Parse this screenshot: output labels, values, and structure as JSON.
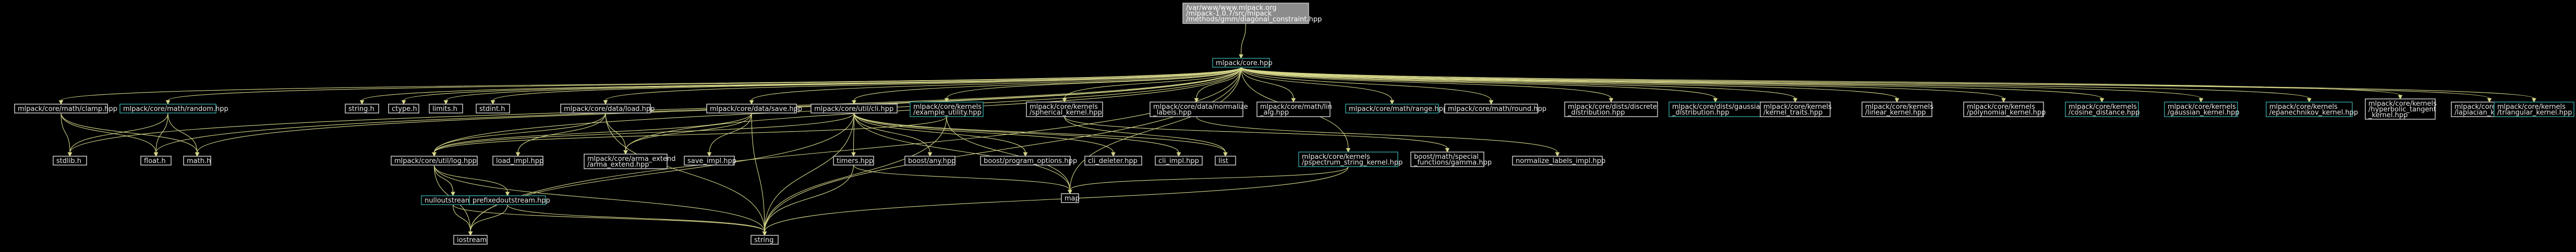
{
  "colors": {
    "background": "#000000",
    "node_border": "#bfbfbf",
    "linked_border": "#2f8f8f",
    "root_fill": "#8c8c8c",
    "text": "#e8e8e8",
    "root_text": "#ffffff",
    "edge": "#d6d68a"
  },
  "nodes": [
    {
      "id": "root",
      "lines": [
        "/var/www/www.mlpack.org",
        "/mlpack-1.0.7/src/mlpack",
        "/methods/gmm/diagonal_constraint.hpp"
      ],
      "style": "root"
    },
    {
      "id": "core",
      "lines": [
        "mlpack/core.hpp"
      ],
      "style": "linked"
    },
    {
      "id": "clamp",
      "lines": [
        "mlpack/core/math/clamp.hpp"
      ],
      "style": "plain"
    },
    {
      "id": "random",
      "lines": [
        "mlpack/core/math/random.hpp"
      ],
      "style": "linked"
    },
    {
      "id": "stdlib",
      "lines": [
        "stdlib.h"
      ],
      "style": "plain"
    },
    {
      "id": "string_h",
      "lines": [
        "string.h"
      ],
      "style": "plain"
    },
    {
      "id": "ctype",
      "lines": [
        "ctype.h"
      ],
      "style": "plain"
    },
    {
      "id": "limits",
      "lines": [
        "limits.h"
      ],
      "style": "plain"
    },
    {
      "id": "stdint",
      "lines": [
        "stdint.h"
      ],
      "style": "plain"
    },
    {
      "id": "load",
      "lines": [
        "mlpack/core/data/load.hpp"
      ],
      "style": "plain"
    },
    {
      "id": "save",
      "lines": [
        "mlpack/core/data/save.hpp"
      ],
      "style": "plain"
    },
    {
      "id": "cli",
      "lines": [
        "mlpack/core/util/cli.hpp"
      ],
      "style": "plain"
    },
    {
      "id": "rwutil",
      "lines": [
        "mlpack/core/kernels",
        "/example_utility.hpp"
      ],
      "style": "linked"
    },
    {
      "id": "spherical",
      "lines": [
        "mlpack/core/kernels",
        "/spherical_kernel.hpp"
      ],
      "style": "plain"
    },
    {
      "id": "normlabels",
      "lines": [
        "mlpack/core/data/normalize",
        "_labels.hpp"
      ],
      "style": "plain"
    },
    {
      "id": "lin",
      "lines": [
        "mlpack/core/math/lin",
        "_alg.hpp"
      ],
      "style": "plain"
    },
    {
      "id": "range",
      "lines": [
        "mlpack/core/math/range.hpp"
      ],
      "style": "linked"
    },
    {
      "id": "round",
      "lines": [
        "mlpack/core/math/round.hpp"
      ],
      "style": "plain"
    },
    {
      "id": "discrete",
      "lines": [
        "mlpack/core/dists/discrete",
        "_distribution.hpp"
      ],
      "style": "plain"
    },
    {
      "id": "gaussdist",
      "lines": [
        "mlpack/core/dists/gaussian",
        "_distribution.hpp"
      ],
      "style": "linked"
    },
    {
      "id": "ktraits",
      "lines": [
        "mlpack/core/kernels",
        "/kernel_traits.hpp"
      ],
      "style": "plain"
    },
    {
      "id": "linear",
      "lines": [
        "mlpack/core/kernels",
        "/linear_kernel.hpp"
      ],
      "style": "plain"
    },
    {
      "id": "poly",
      "lines": [
        "mlpack/core/kernels",
        "/polynomial_kernel.hpp"
      ],
      "style": "plain"
    },
    {
      "id": "cosine",
      "lines": [
        "mlpack/core/kernels",
        "/cosine_distance.hpp"
      ],
      "style": "linked"
    },
    {
      "id": "gausskern",
      "lines": [
        "mlpack/core/kernels",
        "/gaussian_kernel.hpp"
      ],
      "style": "linked"
    },
    {
      "id": "epan",
      "lines": [
        "mlpack/core/kernels",
        "/epanechnikov_kernel.hpp"
      ],
      "style": "linked"
    },
    {
      "id": "hyper",
      "lines": [
        "mlpack/core/kernels",
        "/hyperbolic_tangent",
        "_kernel.hpp"
      ],
      "style": "plain"
    },
    {
      "id": "laplace",
      "lines": [
        "mlpack/core/kernels",
        "/laplacian_kernel.hpp"
      ],
      "style": "plain"
    },
    {
      "id": "triangular",
      "lines": [
        "mlpack/core/kernels",
        "/triangular_kernel.hpp"
      ],
      "style": "linked"
    },
    {
      "id": "float",
      "lines": [
        "float.h"
      ],
      "style": "plain"
    },
    {
      "id": "math",
      "lines": [
        "math.h"
      ],
      "style": "plain"
    },
    {
      "id": "log",
      "lines": [
        "mlpack/core/util/log.hpp"
      ],
      "style": "plain"
    },
    {
      "id": "loadimpl",
      "lines": [
        "load_impl.hpp"
      ],
      "style": "plain"
    },
    {
      "id": "arma",
      "lines": [
        "mlpack/core/arma_extend",
        "/arma_extend.hpp"
      ],
      "style": "plain"
    },
    {
      "id": "saveimpl",
      "lines": [
        "save_impl.hpp"
      ],
      "style": "plain"
    },
    {
      "id": "timers",
      "lines": [
        "timers.hpp"
      ],
      "style": "plain"
    },
    {
      "id": "boostany",
      "lines": [
        "boost/any.hpp"
      ],
      "style": "plain"
    },
    {
      "id": "progopt",
      "lines": [
        "boost/program_options.hpp"
      ],
      "style": "plain"
    },
    {
      "id": "clideleter",
      "lines": [
        "cli_deleter.hpp"
      ],
      "style": "plain"
    },
    {
      "id": "cliimpl",
      "lines": [
        "cli_impl.hpp"
      ],
      "style": "plain"
    },
    {
      "id": "list",
      "lines": [
        "list"
      ],
      "style": "plain"
    },
    {
      "id": "pspectrum",
      "lines": [
        "mlpack/core/kernels",
        "/pspectrum_string_kernel.hpp"
      ],
      "style": "linked"
    },
    {
      "id": "gamma",
      "lines": [
        "boost/math/special",
        "_functions/gamma.hpp"
      ],
      "style": "plain"
    },
    {
      "id": "normimpl",
      "lines": [
        "normalize_labels_impl.hpp"
      ],
      "style": "plain"
    },
    {
      "id": "nulloutstream",
      "lines": [
        "nulloutstream.hpp"
      ],
      "style": "linked"
    },
    {
      "id": "prefixed",
      "lines": [
        "prefixedoutstream.hpp"
      ],
      "style": "linked"
    },
    {
      "id": "map",
      "lines": [
        "map"
      ],
      "style": "plain"
    },
    {
      "id": "iostream",
      "lines": [
        "iostream"
      ],
      "style": "plain"
    },
    {
      "id": "string",
      "lines": [
        "string"
      ],
      "style": "plain"
    }
  ],
  "edges": [
    [
      "root",
      "core"
    ],
    [
      "core",
      "clamp"
    ],
    [
      "core",
      "random"
    ],
    [
      "core",
      "stdlib"
    ],
    [
      "core",
      "string_h"
    ],
    [
      "core",
      "ctype"
    ],
    [
      "core",
      "limits"
    ],
    [
      "core",
      "stdint"
    ],
    [
      "core",
      "load"
    ],
    [
      "core",
      "save"
    ],
    [
      "core",
      "cli"
    ],
    [
      "core",
      "rwutil"
    ],
    [
      "core",
      "spherical"
    ],
    [
      "core",
      "normlabels"
    ],
    [
      "core",
      "lin"
    ],
    [
      "core",
      "range"
    ],
    [
      "core",
      "round"
    ],
    [
      "core",
      "discrete"
    ],
    [
      "core",
      "gaussdist"
    ],
    [
      "core",
      "ktraits"
    ],
    [
      "core",
      "linear"
    ],
    [
      "core",
      "poly"
    ],
    [
      "core",
      "cosine"
    ],
    [
      "core",
      "gausskern"
    ],
    [
      "core",
      "epan"
    ],
    [
      "core",
      "hyper"
    ],
    [
      "core",
      "laplace"
    ],
    [
      "core",
      "triangular"
    ],
    [
      "core",
      "pspectrum"
    ],
    [
      "core",
      "float"
    ],
    [
      "core",
      "math"
    ],
    [
      "core",
      "log"
    ],
    [
      "core",
      "arma"
    ],
    [
      "core",
      "iostream"
    ],
    [
      "core",
      "string"
    ],
    [
      "core",
      "map"
    ],
    [
      "clamp",
      "stdlib"
    ],
    [
      "clamp",
      "float"
    ],
    [
      "clamp",
      "math"
    ],
    [
      "random",
      "stdlib"
    ],
    [
      "random",
      "float"
    ],
    [
      "random",
      "math"
    ],
    [
      "load",
      "log"
    ],
    [
      "load",
      "loadimpl"
    ],
    [
      "load",
      "arma"
    ],
    [
      "load",
      "string"
    ],
    [
      "save",
      "log"
    ],
    [
      "save",
      "saveimpl"
    ],
    [
      "save",
      "arma"
    ],
    [
      "save",
      "string"
    ],
    [
      "cli",
      "log"
    ],
    [
      "cli",
      "timers"
    ],
    [
      "cli",
      "boostany"
    ],
    [
      "cli",
      "progopt"
    ],
    [
      "cli",
      "clideleter"
    ],
    [
      "cli",
      "cliimpl"
    ],
    [
      "cli",
      "list"
    ],
    [
      "cli",
      "map"
    ],
    [
      "cli",
      "string"
    ],
    [
      "cli",
      "iostream"
    ],
    [
      "rwutil",
      "log"
    ],
    [
      "rwutil",
      "map"
    ],
    [
      "rwutil",
      "string"
    ],
    [
      "spherical",
      "gamma"
    ],
    [
      "spherical",
      "list"
    ],
    [
      "normlabels",
      "normimpl"
    ],
    [
      "log",
      "nulloutstream"
    ],
    [
      "log",
      "prefixed"
    ],
    [
      "log",
      "iostream"
    ],
    [
      "log",
      "string"
    ],
    [
      "nulloutstream",
      "iostream"
    ],
    [
      "nulloutstream",
      "string"
    ],
    [
      "prefixed",
      "iostream"
    ],
    [
      "prefixed",
      "string"
    ],
    [
      "timers",
      "map"
    ],
    [
      "timers",
      "string"
    ],
    [
      "pspectrum",
      "map"
    ],
    [
      "pspectrum",
      "string"
    ]
  ]
}
